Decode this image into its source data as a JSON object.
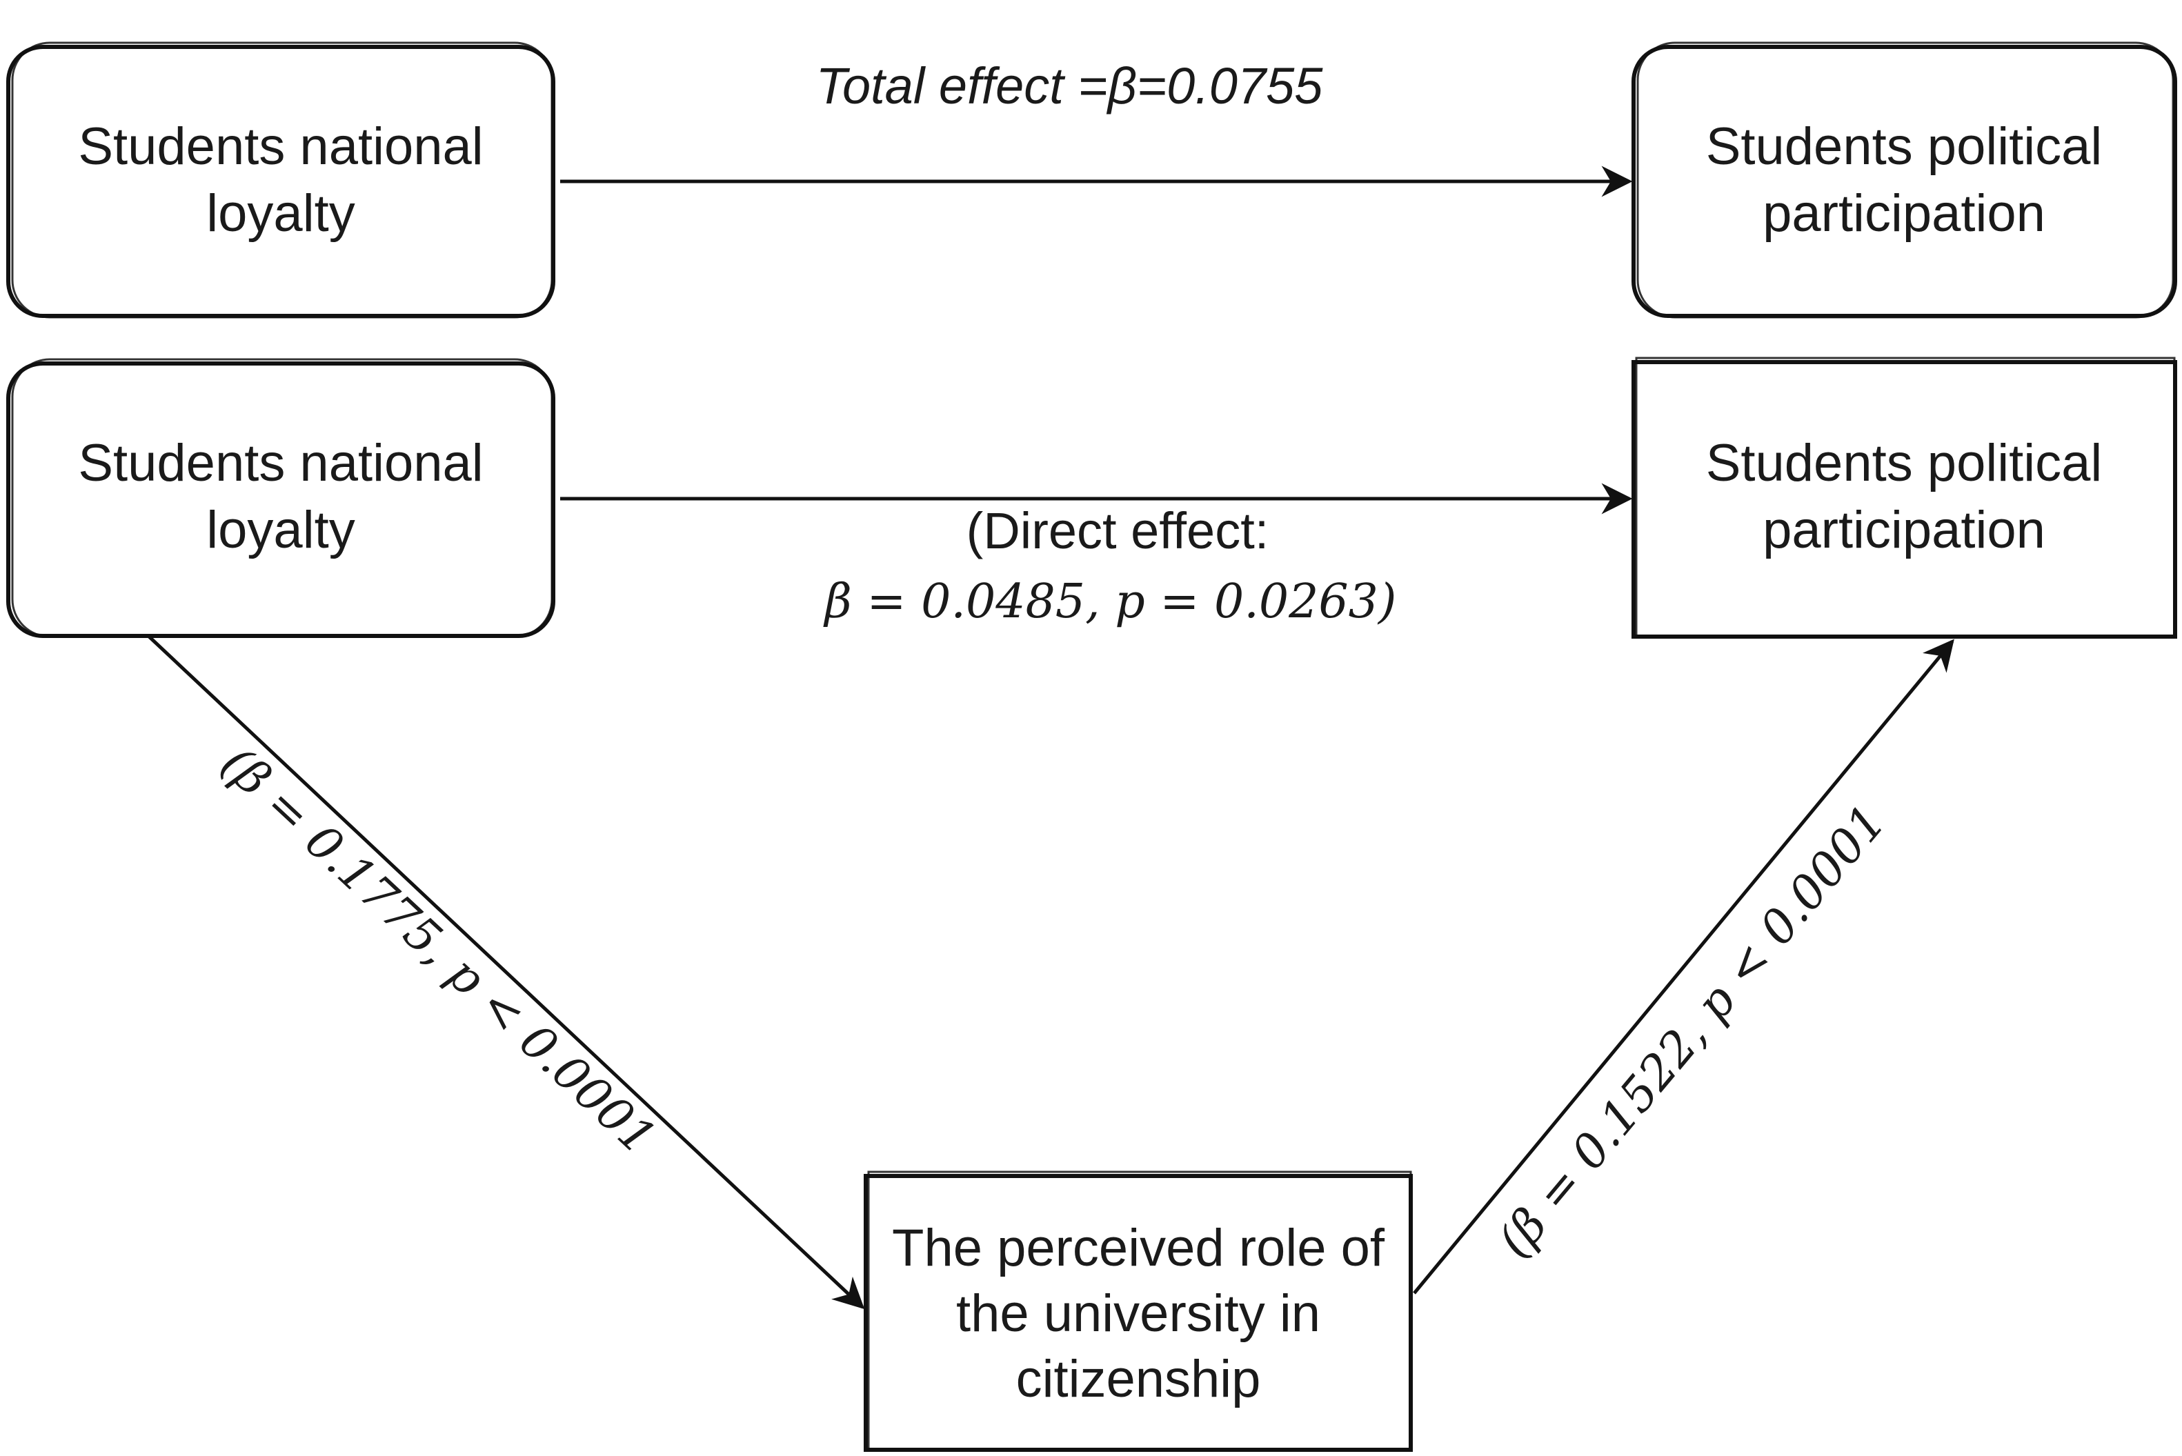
{
  "nodes": {
    "loyalty_top": {
      "lines": [
        "Students national",
        "loyalty"
      ]
    },
    "participation_top": {
      "lines": [
        "Students political",
        "participation"
      ]
    },
    "loyalty_bottom": {
      "lines": [
        "Students national",
        "loyalty"
      ]
    },
    "participation_bottom": {
      "lines": [
        "Students political",
        "participation"
      ]
    },
    "mediator": {
      "lines": [
        "The perceived role of",
        "the university in",
        "citizenship"
      ]
    }
  },
  "edges": {
    "total_effect": {
      "label": "Total effect =β=0.0755"
    },
    "direct_effect": {
      "label_line1": "(Direct effect:",
      "label_line2": "β = 0.0485, p = 0.0263)"
    },
    "path_a": {
      "label": "(β = 0.1775, p < 0.0001"
    },
    "path_b": {
      "label": "(β = 0.1522, p < 0.0001"
    }
  }
}
